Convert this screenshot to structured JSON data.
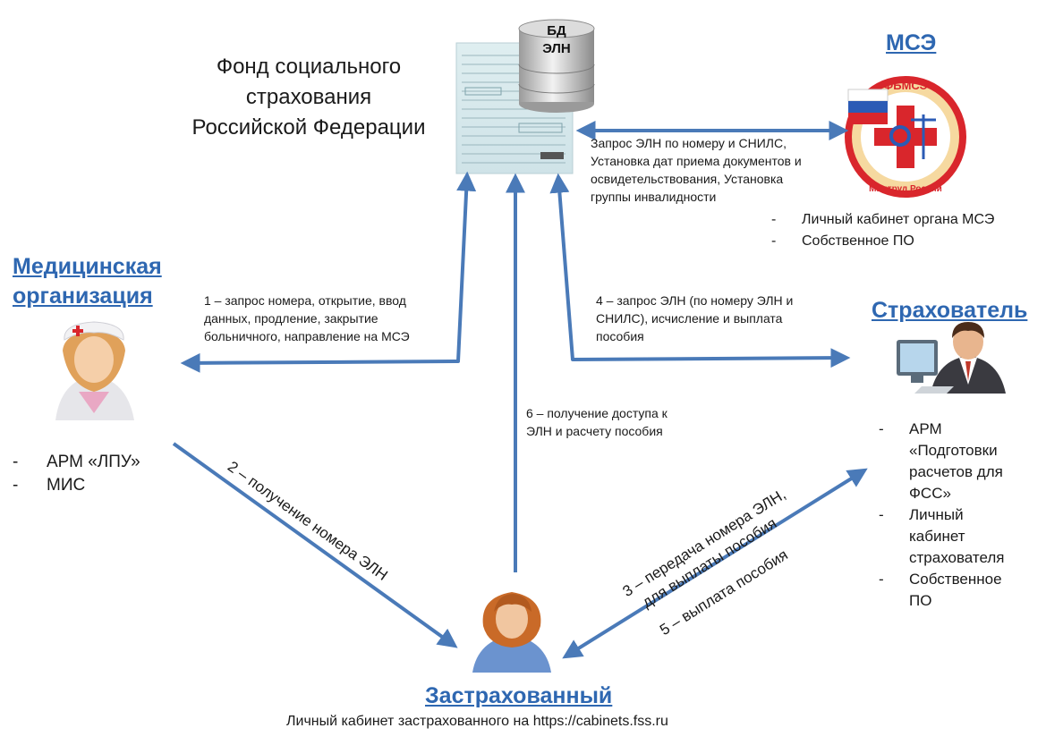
{
  "fund": {
    "title_lines": [
      "Фонд социального",
      "страхования",
      "Российской Федерации"
    ],
    "db_label_lines": [
      "БД",
      "ЭЛН"
    ]
  },
  "mse": {
    "title": "МСЭ",
    "logo_text": "ФБМСЭ",
    "logo_subtext": "Минтруд России",
    "items": [
      "Личный кабинет органа МСЭ",
      "Собственное ПО"
    ]
  },
  "med": {
    "title_lines": [
      "Медицинская",
      "организация"
    ],
    "items": [
      "АРМ «ЛПУ»",
      "МИС"
    ]
  },
  "insurer": {
    "title": "Страхователь",
    "items": [
      [
        "АРМ",
        "«Подготовки",
        "расчетов для",
        "ФСС»"
      ],
      [
        "Личный",
        "кабинет",
        "страхователя"
      ],
      [
        "Собственное",
        "ПО"
      ]
    ]
  },
  "insured": {
    "title": "Застрахованный",
    "caption": "Личный кабинет застрахованного на https://cabinets.fss.ru"
  },
  "flows": {
    "mse_lines": [
      "Запрос ЭЛН по номеру и СНИЛС,",
      "Установка дат приема документов и",
      "освидетельствования, Установка",
      "группы инвалидности"
    ],
    "f1_lines": [
      "1 – запрос номера, открытие,  ввод",
      "данных, продление, закрытие",
      "больничного, направление на МСЭ"
    ],
    "f4_lines": [
      "4 – запрос ЭЛН (по номеру ЭЛН и",
      "СНИЛС), исчисление и выплата",
      "пособия"
    ],
    "f6_lines": [
      "6 – получение доступа к",
      "ЭЛН и расчету пособия"
    ],
    "f2": "2 – получение номера ЭЛН",
    "f3_lines": [
      "3 – передача номера ЭЛН,",
      "для выплаты пособия"
    ],
    "f5": "5 – выплата пособия"
  },
  "colors": {
    "arrow": "#4a7ab8",
    "title": "#2e67b1",
    "mse_red": "#d9262c"
  },
  "icons": [
    "database-icon",
    "document-icon",
    "mse-logo-icon",
    "nurse-icon",
    "businessman-computer-icon",
    "woman-icon"
  ]
}
